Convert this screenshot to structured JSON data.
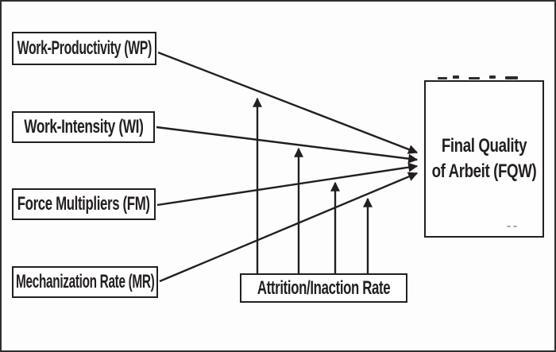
{
  "diagram": {
    "nodes": {
      "wp": {
        "label": "Work-Productivity (WP)"
      },
      "wi": {
        "label": "Work-Intensity (WI)"
      },
      "fm": {
        "label": "Force Multipliers (FM)"
      },
      "mr": {
        "label": "Mechanization Rate (MR)"
      },
      "attrition": {
        "label": "Attrition/Inaction Rate"
      },
      "fqw": {
        "line1": "Final Quality",
        "line2": "of Arbeit (FQW)"
      }
    },
    "edges": [
      {
        "from": "Work-Productivity (WP)",
        "to": "Final Quality of Arbeit (FQW)",
        "style": "direct-arrow"
      },
      {
        "from": "Work-Intensity (WI)",
        "to": "Final Quality of Arbeit (FQW)",
        "style": "direct-arrow"
      },
      {
        "from": "Force Multipliers (FM)",
        "to": "Final Quality of Arbeit (FQW)",
        "style": "direct-arrow"
      },
      {
        "from": "Mechanization Rate (MR)",
        "to": "Final Quality of Arbeit (FQW)",
        "style": "direct-arrow"
      },
      {
        "from": "Attrition/Inaction Rate",
        "to": "WP arrow",
        "style": "moderator-arrow"
      },
      {
        "from": "Attrition/Inaction Rate",
        "to": "WI arrow",
        "style": "moderator-arrow"
      },
      {
        "from": "Attrition/Inaction Rate",
        "to": "FM arrow",
        "style": "moderator-arrow"
      },
      {
        "from": "Attrition/Inaction Rate",
        "to": "MR arrow",
        "style": "moderator-arrow"
      }
    ],
    "colors": {
      "ink": "#231f20",
      "background": "#fdfdfd",
      "frame": "#2e2e2e"
    }
  }
}
